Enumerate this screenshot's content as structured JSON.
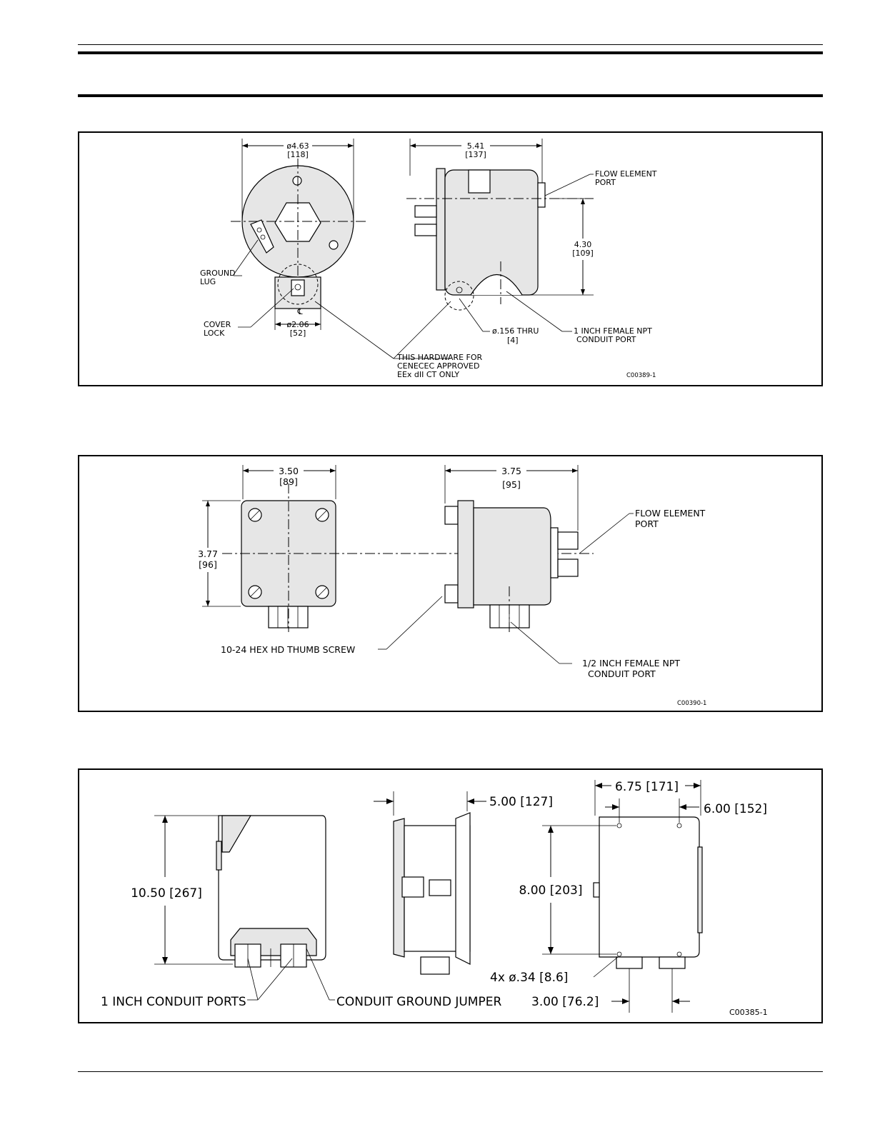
{
  "figure1": {
    "dim_diameter": "ø4.63",
    "dim_diameter_mm": "[118]",
    "dim_length": "5.41",
    "dim_length_mm": "[137]",
    "dim_height": "4.30",
    "dim_height_mm": "[109]",
    "dim_base": "ø2.06",
    "dim_base_mm": "[52]",
    "dim_hole": "ø.156 THRU",
    "dim_hole_mm": "[4]",
    "centerline": "℄",
    "label_ground_lug": [
      "GROUND",
      "LUG"
    ],
    "label_cover_lock": [
      "COVER",
      "LOCK"
    ],
    "label_flow_port": [
      "FLOW ELEMENT",
      "PORT"
    ],
    "label_conduit": [
      "1 INCH FEMALE NPT",
      "CONDUIT PORT"
    ],
    "label_hardware": [
      "THIS HARDWARE FOR",
      "CENECEC APPROVED",
      "EEx dII CT ONLY"
    ],
    "code": "C00389-1"
  },
  "figure2": {
    "dim_width": "3.50",
    "dim_width_mm": "[89]",
    "dim_depth": "3.75",
    "dim_depth_mm": "[95]",
    "dim_height": "3.77",
    "dim_height_mm": "[96]",
    "label_flow_port": [
      "FLOW ELEMENT",
      "PORT"
    ],
    "label_screw": "10-24 HEX HD THUMB SCREW",
    "label_conduit": [
      "1/2 INCH FEMALE NPT",
      "CONDUIT PORT"
    ],
    "code": "C00390-1"
  },
  "figure3": {
    "dim_height": "10.50 [267]",
    "dim_depth": "5.00 [127]",
    "dim_width_a": "6.75 [171]",
    "dim_width_b": "6.00 [152]",
    "dim_mount_h": "8.00 [203]",
    "dim_holes": "4x ø.34 [8.6]",
    "dim_ports": "3.00 [76.2]",
    "label_ports": "1 INCH CONDUIT PORTS",
    "label_jumper": "CONDUIT GROUND JUMPER",
    "code": "C00385-1"
  }
}
